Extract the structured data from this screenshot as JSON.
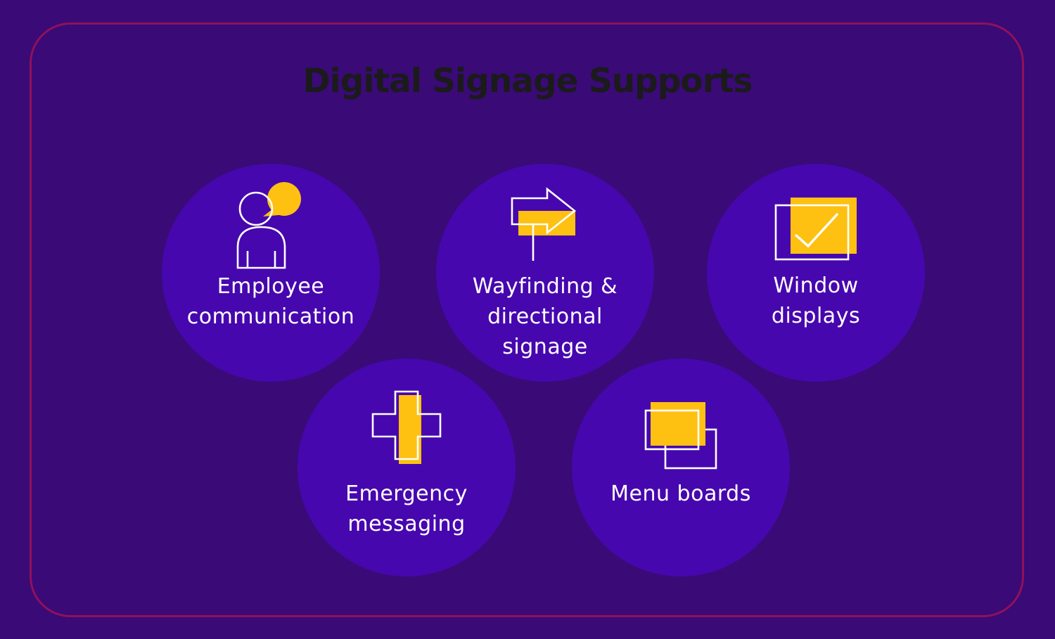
{
  "title": "Digital Signage Supports",
  "colors": {
    "background": "#3A0A77",
    "circle": "#4707AE",
    "accent-yellow": "#FEC111",
    "border-line": "#8F115C",
    "title-color": "#1B1B1B",
    "label-color": "#FFFFFF"
  },
  "items": [
    {
      "id": "employee-communication",
      "label": "Employee\ncommunication",
      "icon": "person-speech-bubble-icon"
    },
    {
      "id": "wayfinding-directional-signage",
      "label": "Wayfinding &\ndirectional\nsignage",
      "icon": "directional-arrow-sign-icon"
    },
    {
      "id": "window-displays",
      "label": "Window\ndisplays",
      "icon": "window-checkmark-icon"
    },
    {
      "id": "emergency-messaging",
      "label": "Emergency\nmessaging",
      "icon": "medical-cross-icon"
    },
    {
      "id": "menu-boards",
      "label": "Menu boards",
      "icon": "overlapping-boards-icon"
    }
  ]
}
